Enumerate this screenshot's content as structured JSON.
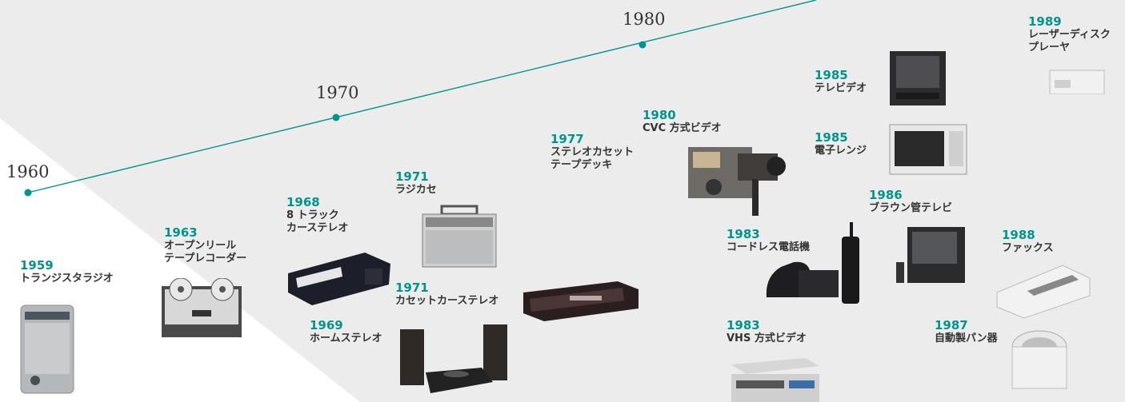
{
  "colors": {
    "accent": "#00958c",
    "text": "#333333",
    "band": "#ececec"
  },
  "timeline": {
    "decades": [
      "1960",
      "1970",
      "1980"
    ]
  },
  "items": [
    {
      "year": "1959",
      "name": "トランジスタラジオ",
      "icon": "transistor-radio-icon"
    },
    {
      "year": "1963",
      "name": "オープンリール\nテープレコーダー",
      "icon": "open-reel-tape-recorder-icon"
    },
    {
      "year": "1968",
      "name": "8 トラック\nカーステレオ",
      "icon": "8-track-car-stereo-icon"
    },
    {
      "year": "1969",
      "name": "ホームステレオ",
      "icon": "home-stereo-icon"
    },
    {
      "year": "1971",
      "name": "ラジカセ",
      "icon": "radio-cassette-icon"
    },
    {
      "year": "1971",
      "name": "カセットカーステレオ",
      "icon": "cassette-car-stereo-icon"
    },
    {
      "year": "1977",
      "name": "ステレオカセット\nテープデッキ",
      "icon": "stereo-cassette-deck-icon"
    },
    {
      "year": "1980",
      "name": "CVC 方式ビデオ",
      "icon": "cvc-video-camera-icon"
    },
    {
      "year": "1983",
      "name": "コードレス電話機",
      "icon": "cordless-phone-icon"
    },
    {
      "year": "1983",
      "name": "VHS 方式ビデオ",
      "icon": "vhs-video-deck-icon"
    },
    {
      "year": "1985",
      "name": "テレビデオ",
      "icon": "tv-video-icon"
    },
    {
      "year": "1985",
      "name": "電子レンジ",
      "icon": "microwave-icon"
    },
    {
      "year": "1986",
      "name": "ブラウン管テレビ",
      "icon": "crt-tv-icon"
    },
    {
      "year": "1987",
      "name": "自動製パン器",
      "icon": "bread-maker-icon"
    },
    {
      "year": "1988",
      "name": "ファックス",
      "icon": "fax-icon"
    },
    {
      "year": "1989",
      "name": "レーザーディスク\nプレーヤ",
      "icon": "laserdisc-player-icon"
    }
  ]
}
